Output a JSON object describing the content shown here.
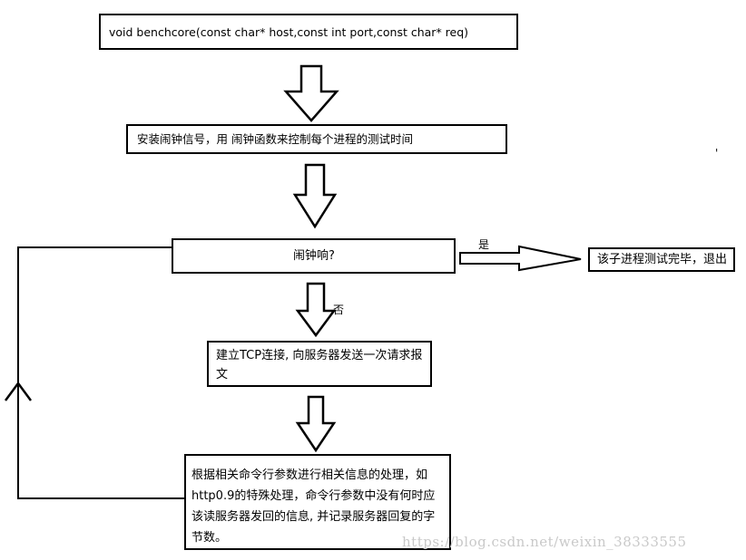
{
  "nodes": {
    "func_signature": "void benchcore(const char* host,const int port,const char* req)",
    "install_alarm": "安装闹钟信号，用 闹钟函数来控制每个进程的测试时间",
    "alarm_ring": "闹钟响?",
    "child_exit": "该子进程测试完毕，退出",
    "connect": "建立TCP连接, 向服务器发送一次请求报文",
    "process": "根据相关命令行参数进行相关信息的处理，如http0.9的特殊处理，命令行参数中没有何时应该读服务器发回的信息, 并记录服务器回复的字节数。"
  },
  "edge_labels": {
    "yes": "是",
    "no": "否"
  },
  "stray_mark": "'",
  "watermark": "https://blog.csdn.net/weixin_38333555"
}
